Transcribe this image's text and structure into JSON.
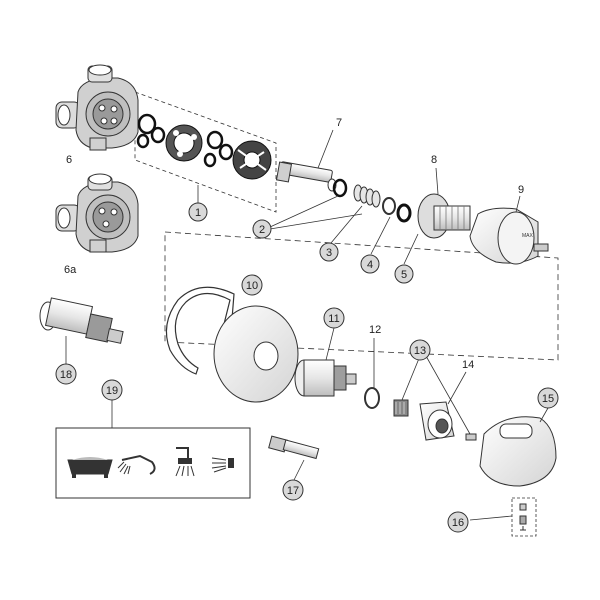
{
  "diagram": {
    "callouts": {
      "c1": "1",
      "c2": "2",
      "c3": "3",
      "c4": "4",
      "c5": "5",
      "c10": "10",
      "c11": "11",
      "c13": "13",
      "c15": "15",
      "c16": "16",
      "c17": "17",
      "c18": "18",
      "c19": "19"
    },
    "plain_labels": {
      "p6": "6",
      "p6a": "6a",
      "p7": "7",
      "p8": "8",
      "p9": "9",
      "p12": "12",
      "p14": "14"
    },
    "knob_mark": "MAX",
    "colors": {
      "line": "#2a2a2a",
      "bubble": "#d9d9d9",
      "metal": "#f2f2f2"
    },
    "legend_icons": [
      "bathtub-icon",
      "hand-shower-icon",
      "shower-head-icon",
      "body-jet-icon"
    ]
  }
}
